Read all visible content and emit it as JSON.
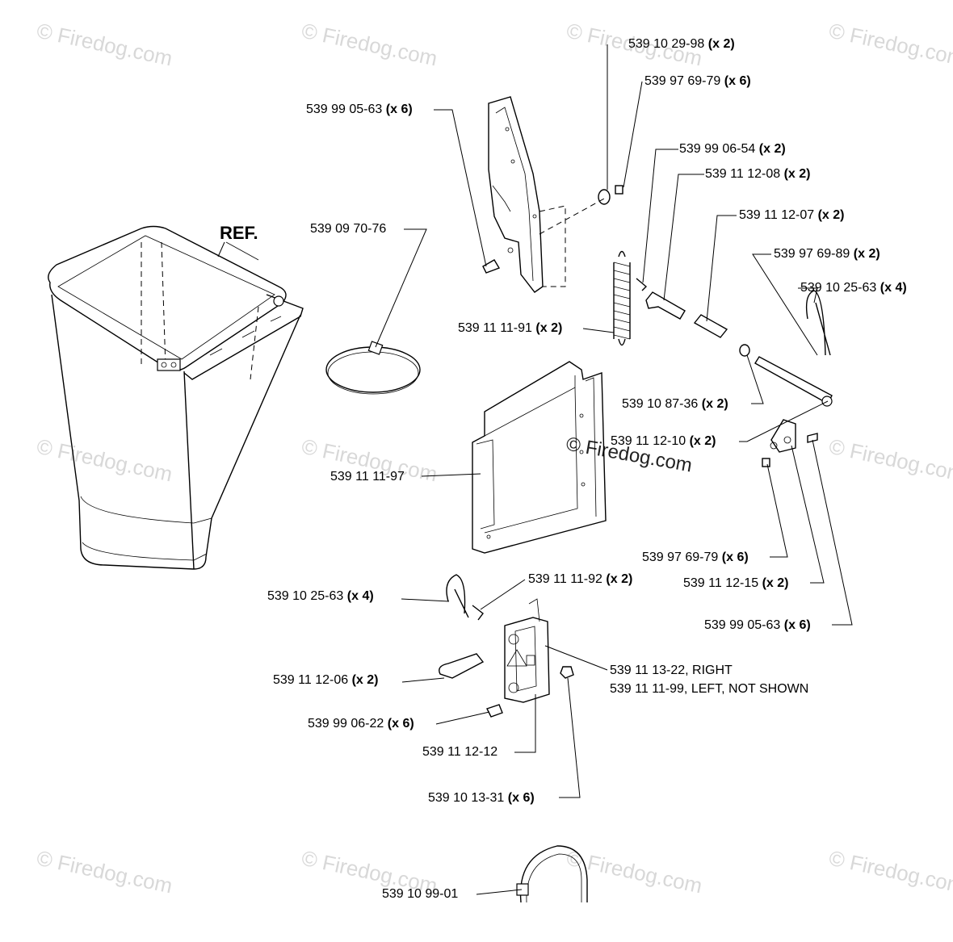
{
  "watermarks": {
    "text": "© Firedog.com",
    "center_text": "© Firedog.com"
  },
  "ref_label": "REF.",
  "labels": {
    "l01": {
      "num": "539 10 29-98",
      "qty": "(x 2)"
    },
    "l02": {
      "num": "539 97 69-79",
      "qty": "(x 6)"
    },
    "l03": {
      "num": "539 99 05-63",
      "qty": "(x 6)"
    },
    "l04": {
      "num": "539 99 06-54",
      "qty": "(x 2)"
    },
    "l05": {
      "num": "539 11 12-08",
      "qty": "(x 2)"
    },
    "l06": {
      "num": "539 11 12-07",
      "qty": "(x 2)"
    },
    "l07": {
      "num": "539 09 70-76",
      "qty": ""
    },
    "l08": {
      "num": "539 97 69-89",
      "qty": "(x 2)"
    },
    "l09": {
      "num": "539 10 25-63",
      "qty": "(x 4)"
    },
    "l10": {
      "num": "539 11 11-91",
      "qty": "(x 2)"
    },
    "l11": {
      "num": "539 10 87-36",
      "qty": "(x 2)"
    },
    "l12": {
      "num": "539 11 12-10",
      "qty": "(x 2)"
    },
    "l13": {
      "num": "539 11 11-97",
      "qty": ""
    },
    "l14": {
      "num": "539 97 69-79",
      "qty": "(x 6)"
    },
    "l15": {
      "num": "539 11 12-15",
      "qty": "(x 2)"
    },
    "l16": {
      "num": "539 10 25-63",
      "qty": "(x 4)"
    },
    "l17": {
      "num": "539 11 11-92",
      "qty": "(x 2)"
    },
    "l18": {
      "num": "539 99 05-63",
      "qty": "(x 6)"
    },
    "l19a": {
      "num": "539 11 13-22, RIGHT",
      "qty": ""
    },
    "l19b": {
      "num": "539 11 11-99, LEFT, NOT SHOWN",
      "qty": ""
    },
    "l20": {
      "num": "539 11 12-06",
      "qty": "(x 2)"
    },
    "l21": {
      "num": "539 99 06-22",
      "qty": "(x 6)"
    },
    "l22": {
      "num": "539 11 12-12",
      "qty": ""
    },
    "l23": {
      "num": "539 10 13-31",
      "qty": "(x 6)"
    },
    "l24": {
      "num": "539 10 99-01",
      "qty": ""
    }
  }
}
